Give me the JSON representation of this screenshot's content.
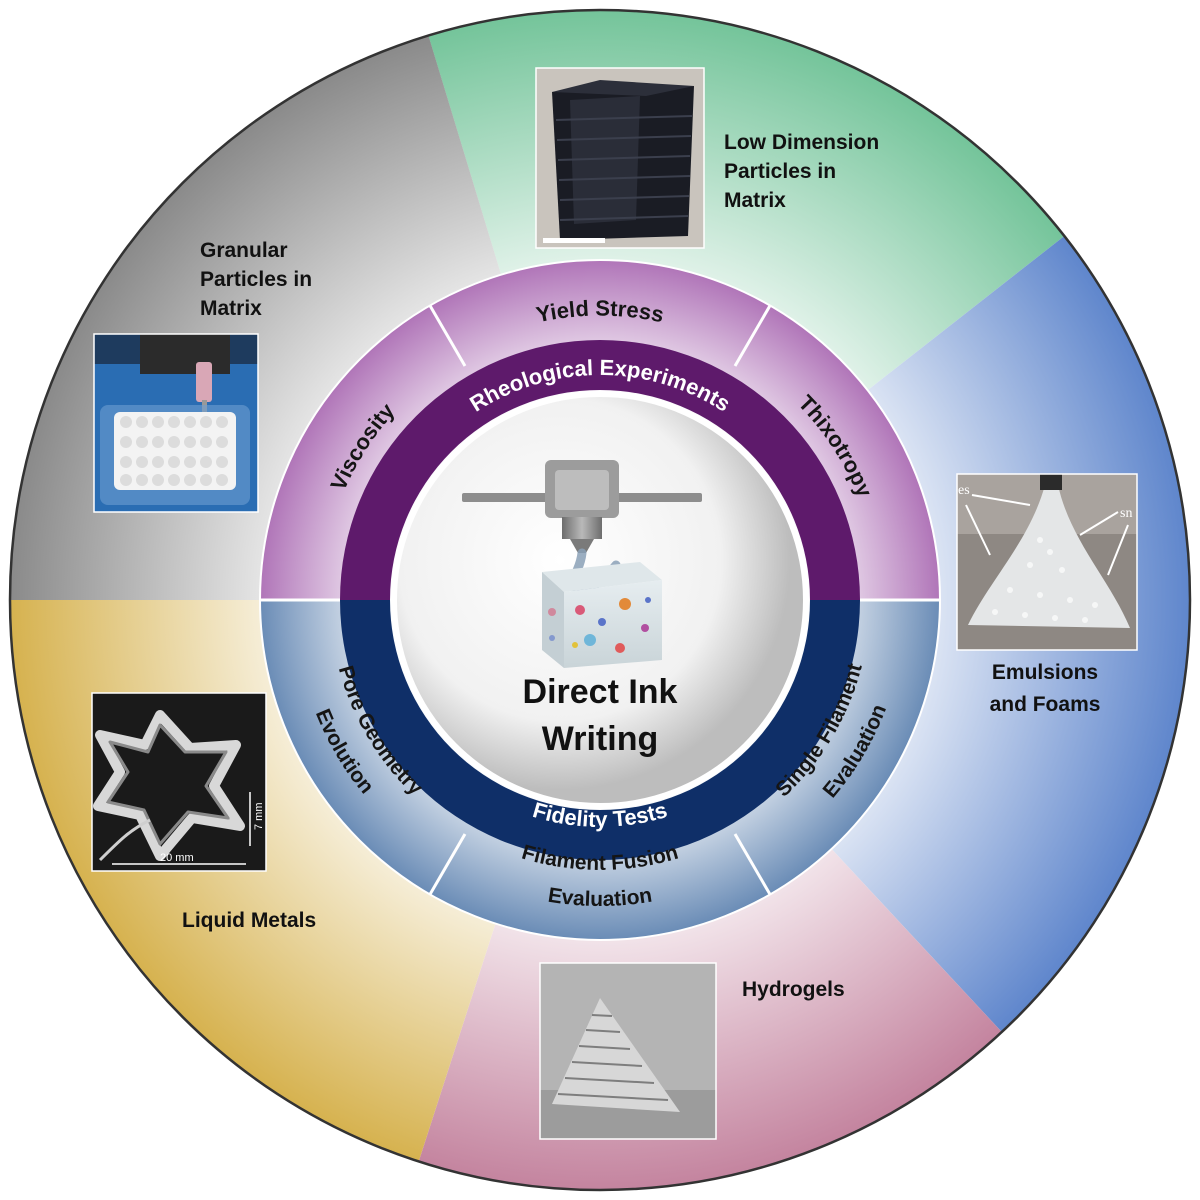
{
  "center": {
    "title_line1": "Direct Ink",
    "title_line2": "Writing"
  },
  "bands": {
    "top": "Rheological Experiments",
    "bottom": "Fidelity Tests",
    "top_color": "#5e1a6b",
    "bottom_color": "#0f2f68"
  },
  "rheology": [
    {
      "name": "viscosity",
      "label": "Viscosity"
    },
    {
      "name": "yield-stress",
      "label": "Yield Stress"
    },
    {
      "name": "thixotropy",
      "label": "Thixotropy"
    }
  ],
  "fidelity": [
    {
      "name": "single-filament",
      "line1": "Single Filament",
      "line2": "Evaluation"
    },
    {
      "name": "filament-fusion",
      "line1": "Filament Fusion",
      "line2": "Evaluation"
    },
    {
      "name": "pore-geometry",
      "line1": "Pore Geometry",
      "line2": "Evolution"
    }
  ],
  "materials": [
    {
      "name": "granular",
      "lines": [
        "Granular",
        "Particles in",
        "Matrix"
      ],
      "color": "#9a9a9a"
    },
    {
      "name": "low-dimension",
      "lines": [
        "Low Dimension",
        "Particles in",
        "Matrix"
      ],
      "color": "#7fc8a2"
    },
    {
      "name": "emulsions",
      "lines": [
        "Emulsions",
        "and Foams"
      ],
      "color": "#6f8fcf"
    },
    {
      "name": "hydrogels",
      "lines": [
        "Hydrogels"
      ],
      "color": "#c98fab"
    },
    {
      "name": "liquid-metals",
      "lines": [
        "Liquid Metals"
      ],
      "color": "#d9b85a"
    }
  ],
  "photo_annotations": {
    "star_width": "20 mm",
    "star_height": "7 mm",
    "emulsion_left": "es",
    "emulsion_right": "sn"
  }
}
